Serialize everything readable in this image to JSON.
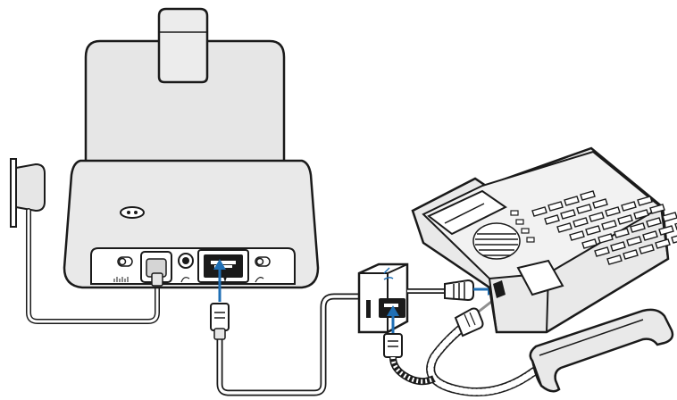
{
  "diagram": {
    "style": "line-art setup illustration",
    "port_labels": {
      "power_port_icon": "power-icon",
      "headset_port_icon": "audio-jack-icon",
      "telephone_port_icon": "telephone-icon",
      "sync_icon": "sync-icon"
    },
    "colors": {
      "outline": "#1a1a1a",
      "body_fill": "#e6e6e6",
      "panel_fill": "#ffffff",
      "arrow_blue": "#1f6fb5",
      "arrow_gray": "#8f8f8f"
    },
    "connections": [
      {
        "from": "power-adapter",
        "to": "base-power-port"
      },
      {
        "from": "telephone-interface-cable",
        "to": "base-telephone-port"
      },
      {
        "from": "splitter",
        "to": "desk-phone-handset-jack"
      },
      {
        "from": "handset-coiled-cord",
        "to": "splitter-handset-port"
      }
    ]
  }
}
